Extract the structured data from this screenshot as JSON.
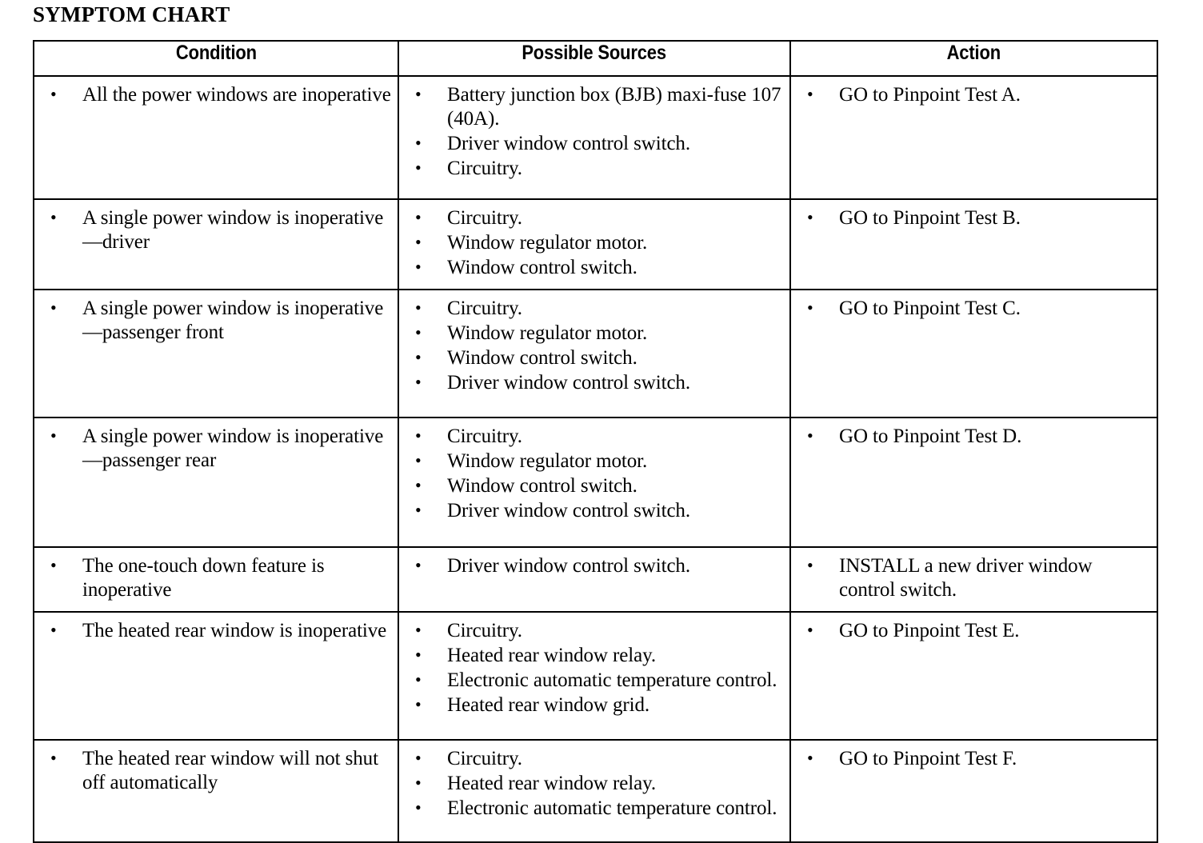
{
  "document": {
    "title": "SYMPTOM CHART"
  },
  "table": {
    "headers": {
      "condition": "Condition",
      "sources": "Possible Sources",
      "action": "Action"
    },
    "rows": [
      {
        "condition": [
          "All the power windows are inoperative"
        ],
        "sources": [
          "Battery junction box (BJB) maxi-fuse 107 (40A).",
          "Driver window control switch.",
          "Circuitry."
        ],
        "actions": [
          "GO to Pinpoint Test A."
        ]
      },
      {
        "condition": [
          "A single power window is inoperative—driver"
        ],
        "sources": [
          "Circuitry.",
          "Window regulator motor.",
          "Window control switch."
        ],
        "actions": [
          "GO to Pinpoint Test B."
        ]
      },
      {
        "condition": [
          "A single power window is inoperative—passenger front"
        ],
        "sources": [
          "Circuitry.",
          "Window regulator motor.",
          "Window control switch.",
          "Driver window control switch."
        ],
        "actions": [
          "GO to Pinpoint Test C."
        ]
      },
      {
        "condition": [
          "A single power window is inoperative—passenger rear"
        ],
        "sources": [
          "Circuitry.",
          "Window regulator motor.",
          "Window control switch.",
          "Driver window control switch."
        ],
        "actions": [
          "GO to Pinpoint Test D."
        ]
      },
      {
        "condition": [
          "The one-touch down feature is inoperative"
        ],
        "sources": [
          "Driver window control switch."
        ],
        "actions": [
          "INSTALL a new driver window control switch."
        ]
      },
      {
        "condition": [
          "The heated rear window is inoperative"
        ],
        "sources": [
          "Circuitry.",
          "Heated rear window relay.",
          "Electronic automatic temperature control.",
          "Heated rear window grid."
        ],
        "actions": [
          "GO to Pinpoint Test E."
        ]
      },
      {
        "condition": [
          "The heated rear window will not shut off automatically"
        ],
        "sources": [
          "Circuitry.",
          "Heated rear window relay.",
          "Electronic automatic temperature control."
        ],
        "actions": [
          "GO to Pinpoint Test F."
        ]
      }
    ]
  },
  "colors": {
    "text": "#000000",
    "background": "#ffffff",
    "border": "#000000"
  }
}
